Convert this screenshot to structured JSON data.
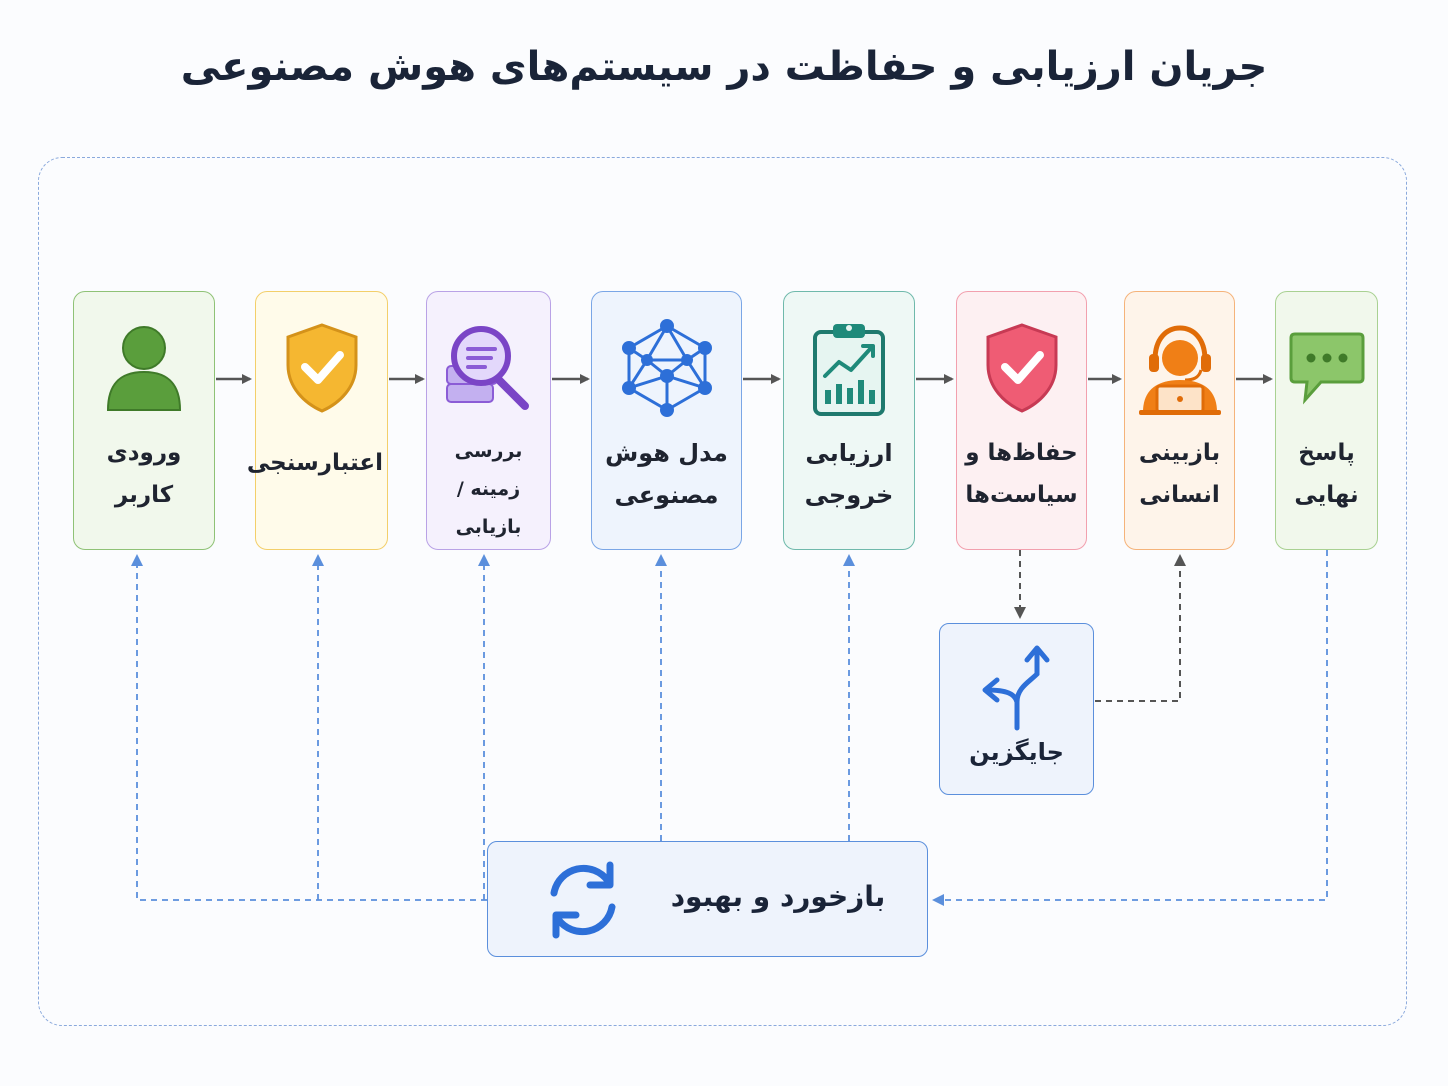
{
  "title": "جریان ارزیابی و حفاظت در سیستم‌های هوش مصنوعی",
  "steps": [
    {
      "line1": "ورودی",
      "line2": "کاربر",
      "icon": "user-icon",
      "color": "#5a9e3c"
    },
    {
      "line1": "اعتبارسنجی",
      "line2": "",
      "icon": "shield-check-icon",
      "color": "#f5b731"
    },
    {
      "line1": "بررسی زمینه /",
      "line2": "بازیابی",
      "icon": "magnifier-document-icon",
      "color": "#8b5cd6"
    },
    {
      "line1": "مدل هوش",
      "line2": "مصنوعی",
      "icon": "neural-network-icon",
      "color": "#2d6fd8"
    },
    {
      "line1": "ارزیابی",
      "line2": "خروجی",
      "icon": "clipboard-chart-icon",
      "color": "#1f8a7a"
    },
    {
      "line1": "حفاظ‌ها و",
      "line2": "سیاست‌ها",
      "icon": "shield-check-icon",
      "color": "#ef5c74"
    },
    {
      "line1": "بازبینی",
      "line2": "انسانی",
      "icon": "headset-agent-icon",
      "color": "#f07f16"
    },
    {
      "line1": "پاسخ",
      "line2": "نهایی",
      "icon": "chat-bubble-icon",
      "color": "#5a9e3c"
    }
  ],
  "alternative": {
    "label": "جایگزین",
    "icon": "fork-arrows-icon"
  },
  "feedback": {
    "label": "بازخورد و بهبود",
    "icon": "refresh-icon"
  },
  "colors": {
    "flow_arrow": "#555555",
    "feedback_line": "#5b8fdc",
    "dashed_gray": "#555555"
  }
}
